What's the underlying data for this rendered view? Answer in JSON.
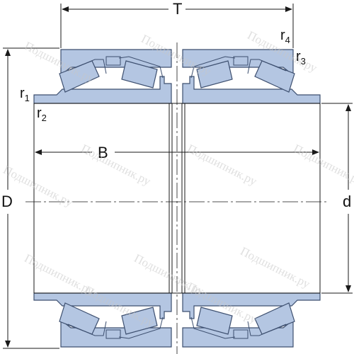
{
  "dimension_labels": {
    "T": "T",
    "B": "B",
    "D": "D",
    "d": "d",
    "r1": {
      "base": "r",
      "sub": "1"
    },
    "r2": {
      "base": "r",
      "sub": "2"
    },
    "r3": {
      "base": "r",
      "sub": "3"
    },
    "r4": {
      "base": "r",
      "sub": "4"
    }
  },
  "watermark_text": "Подшипник.ру",
  "colors": {
    "ring_fill": "#b4c6e2",
    "ring_stroke": "#3d4f6f",
    "line": "#1a1a1a",
    "watermark": "#c7c7c7"
  }
}
